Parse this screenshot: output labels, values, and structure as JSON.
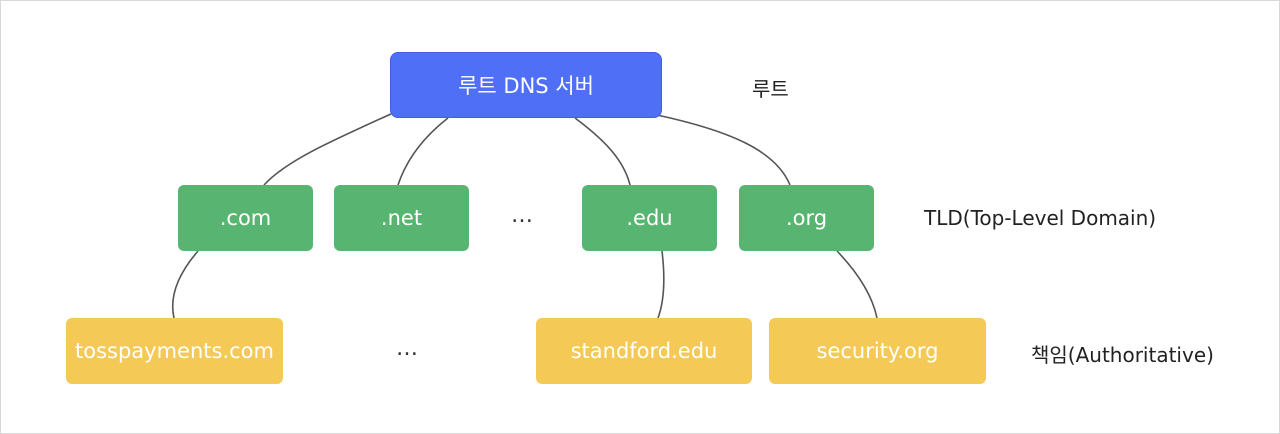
{
  "colors": {
    "root": "#4f6ff6",
    "tld": "#58b571",
    "authoritative": "#f4c956",
    "link": "#555555"
  },
  "root": {
    "label": "루트 DNS 서버"
  },
  "tld": [
    {
      "label": ".com"
    },
    {
      "label": ".net"
    },
    {
      "label": ".edu"
    },
    {
      "label": ".org"
    }
  ],
  "tld_ellipsis": "…",
  "authoritative": [
    {
      "label": "tosspayments.com"
    },
    {
      "label": "standford.edu"
    },
    {
      "label": "security.org"
    }
  ],
  "authoritative_ellipsis": "…",
  "levels": {
    "root": "루트",
    "tld": "TLD(Top-Level Domain)",
    "authoritative": "책임(Authoritative)"
  }
}
